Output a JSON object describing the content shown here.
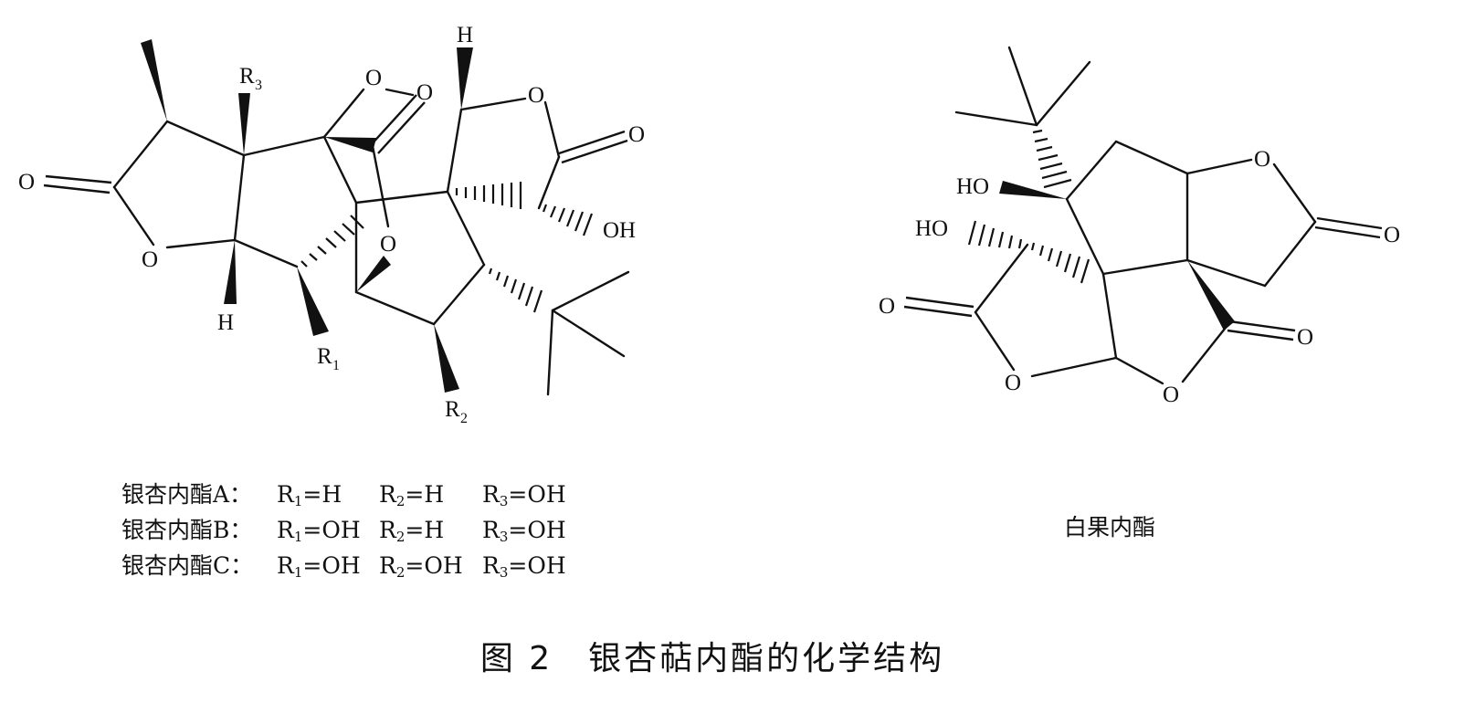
{
  "structure_left": {
    "atoms": {
      "o_carbonyl_left": "O",
      "o_ring_left": "O",
      "h_lower": "H",
      "r3": "R",
      "r3_sub": "3",
      "o_top_a": "O",
      "o_top_b": "O",
      "h_top": "H",
      "o_ring_top": "O",
      "o_carbonyl_right": "O",
      "o_bridge": "O",
      "oh": "OH",
      "r1": "R",
      "r1_sub": "1",
      "r2": "R",
      "r2_sub": "2"
    },
    "legend": [
      {
        "compound": "银杏内酯A：",
        "r1": "=H",
        "r2": "=H",
        "r3": "=OH"
      },
      {
        "compound": "银杏内酯B：",
        "r1": "=OH",
        "r2": "=H",
        "r3": "=OH"
      },
      {
        "compound": "银杏内酯C：",
        "r1": "=OH",
        "r2": "=OH",
        "r3": "=OH"
      }
    ],
    "r_symbol": "R",
    "sub1": "1",
    "sub2": "2",
    "sub3": "3"
  },
  "structure_right": {
    "atoms": {
      "ho_upper": "HO",
      "ho_lower": "HO",
      "o_ring_right": "O",
      "o_carbonyl_right": "O",
      "o_carbonyl_left": "O",
      "o_ring_bottom_left": "O",
      "o_ring_bottom_right": "O",
      "o_carbonyl_bottom": "O"
    },
    "name": "白果内酯"
  },
  "caption": "图 2　银杏萜内酯的化学结构"
}
